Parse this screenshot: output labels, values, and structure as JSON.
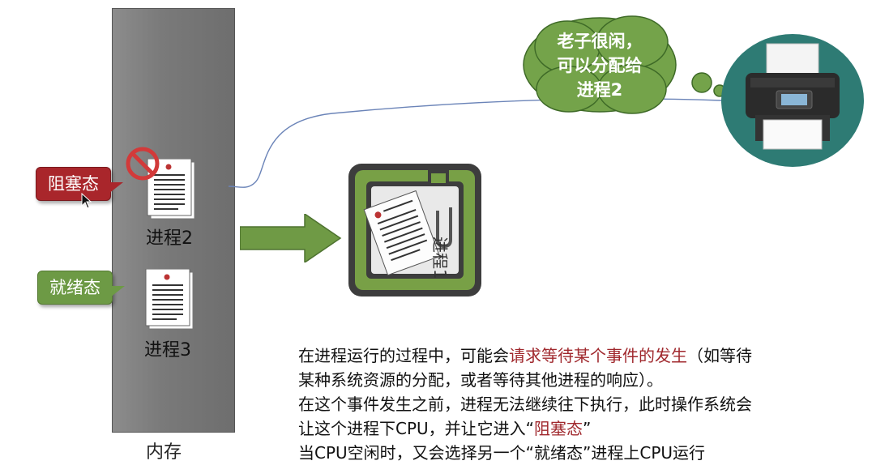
{
  "memory": {
    "label": "内存"
  },
  "processes": [
    {
      "label": "进程2",
      "state": "阻塞态",
      "state_color": "#a9262b"
    },
    {
      "label": "进程3",
      "state": "就绪态",
      "state_color": "#6d9a45"
    }
  ],
  "cpu": {
    "chip_label": "进程1"
  },
  "printer": {
    "thought": [
      "老子很闲，",
      "可以分配给",
      "进程2"
    ]
  },
  "description": {
    "line1_a": "在进程运行的过程中，可能会",
    "line1_hl": "请求等待某个事件的发生",
    "line1_b": "（如等待",
    "line2": "某种系统资源的分配，或者等待其他进程的响应）。",
    "line3": "在这个事件发生之前，进程无法继续往下执行，此时操作系统会",
    "line4_a": "让这个进程下CPU，并让它进入“",
    "line4_hl": "阻塞态",
    "line4_b": "”",
    "line5": "当CPU空闲时，又会选择另一个“就绪态”进程上CPU运行"
  },
  "icons": [
    "document-icon",
    "prohibited-icon",
    "cpu-icon",
    "printer-icon",
    "arrow-icon",
    "cursor-icon"
  ]
}
